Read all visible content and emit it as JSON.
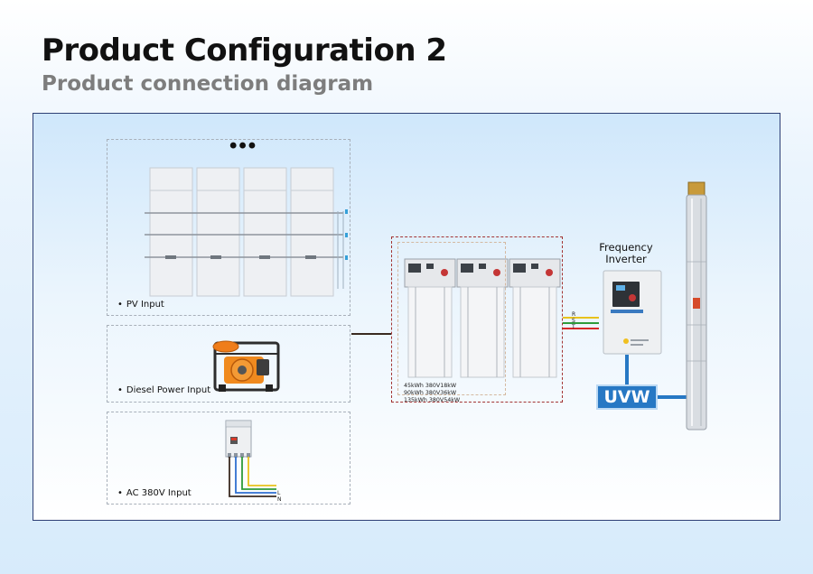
{
  "header": {
    "title": "Product Configuration 2",
    "subtitle": "Product connection diagram"
  },
  "inputs": {
    "pv_label": "PV Input",
    "diesel_label": "Diesel Power Input",
    "ac_label": "AC 380V Input",
    "more_indicator": "•••"
  },
  "battery": {
    "specs": [
      "45kWh 380V18kW",
      "90kWh 380V36kW",
      "135kWh 380V54kW"
    ]
  },
  "inverter": {
    "title_line1": "Frequency",
    "title_line2": "Inverter",
    "phases": [
      "R",
      "S",
      "T"
    ]
  },
  "motor": {
    "uvw_label": "UVW"
  },
  "ac_wires": [
    "L",
    "N"
  ],
  "colors": {
    "frame_border": "#2e3f75",
    "uvw_blue": "#2778c4",
    "wire_red": "#d62828",
    "wire_green": "#2e9b3a",
    "wire_yellow": "#e8c21c",
    "wire_blue": "#2f6fd0",
    "wire_black": "#3a2a20"
  }
}
